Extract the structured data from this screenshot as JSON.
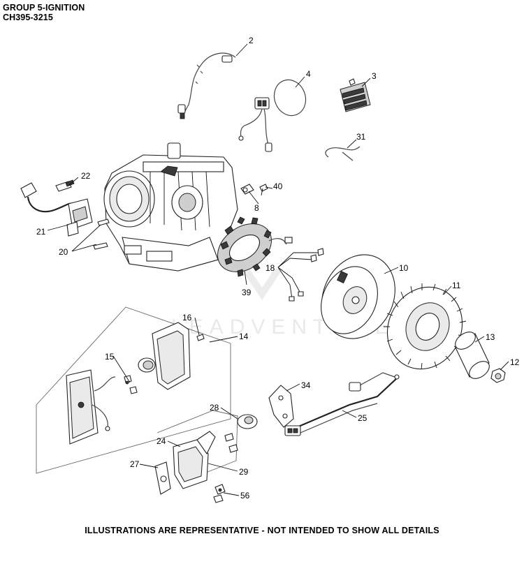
{
  "header": {
    "group": "GROUP 5-IGNITION",
    "model": "CH395-3215"
  },
  "watermark": "LEADVENTURE",
  "callouts": {
    "c2": "2",
    "c3": "3",
    "c4": "4",
    "c8": "8",
    "c10": "10",
    "c11": "11",
    "c12": "12",
    "c13": "13",
    "c14": "14",
    "c15": "15",
    "c16": "16",
    "c18": "18",
    "c20": "20",
    "c21": "21",
    "c22": "22",
    "c24": "24",
    "c25": "25",
    "c27": "27",
    "c28": "28",
    "c29": "29",
    "c31": "31",
    "c34": "34",
    "c39": "39",
    "c40": "40",
    "c56": "56"
  },
  "footer": "ILLUSTRATIONS ARE REPRESENTATIVE - NOT INTENDED TO SHOW ALL DETAILS"
}
